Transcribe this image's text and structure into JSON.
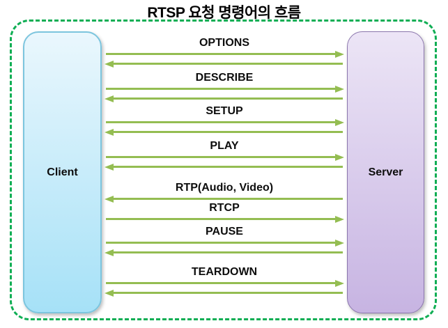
{
  "title": "RTSP 요청 명령어의 흐름",
  "client": {
    "label": "Client"
  },
  "server": {
    "label": "Server"
  },
  "colors": {
    "arrow_green": "#94bd52",
    "border_green": "#0fae54",
    "client_gradient_top": "#eaf7fd",
    "client_gradient_bottom": "#a6e1f7",
    "client_border": "#7cc5de",
    "server_gradient_top": "#ece5f6",
    "server_gradient_bottom": "#c7b4e2",
    "server_border": "#8b76ad",
    "label_text": "#0d0d0d"
  },
  "messages": [
    {
      "label": "OPTIONS",
      "arrows": [
        "to-server",
        "to-client"
      ]
    },
    {
      "label": "DESCRIBE",
      "arrows": [
        "to-server",
        "to-client"
      ]
    },
    {
      "label": "SETUP",
      "arrows": [
        "to-server",
        "to-client"
      ]
    },
    {
      "label": "PLAY",
      "arrows": [
        "to-server",
        "to-client"
      ]
    },
    {
      "label": "RTP(Audio, Video)",
      "arrows": [
        "to-client"
      ]
    },
    {
      "label": "RTCP",
      "arrows": [
        "to-server"
      ]
    },
    {
      "label": "PAUSE",
      "arrows": [
        "to-server",
        "to-client"
      ]
    },
    {
      "label": "TEARDOWN",
      "arrows": [
        "to-server",
        "to-client"
      ]
    }
  ]
}
